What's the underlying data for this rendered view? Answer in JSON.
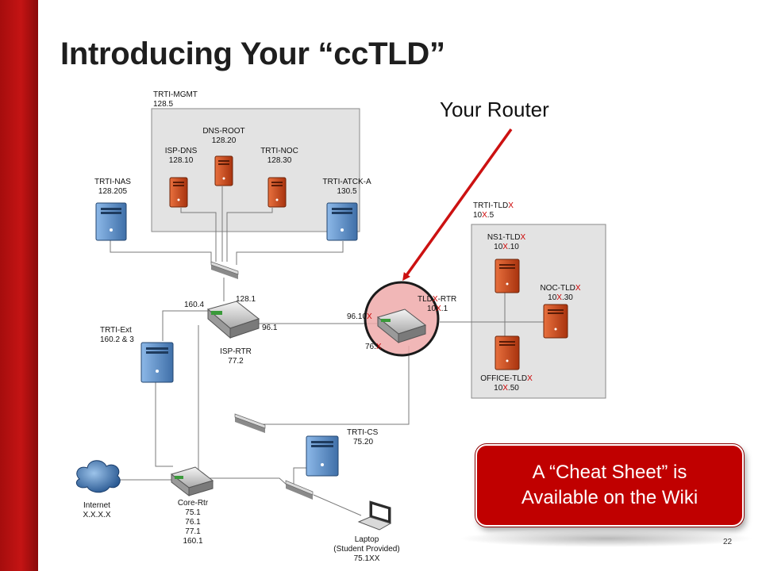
{
  "title": "Introducing Your “ccTLD”",
  "router_label": "Your Router",
  "cheat_sheet": {
    "line1": "A “Cheat Sheet” is",
    "line2": "Available on the Wiki"
  },
  "page_number": "22",
  "colors": {
    "accent_red": "#c00000",
    "zone_gray": "#e3e3e3",
    "server_orange": "#c8461e",
    "server_blue": "#5a8ec8",
    "highlight_circle": "#e8a0a0"
  },
  "zones": {
    "mgmt": {
      "name": "TRTI-MGMT",
      "net": "128.5"
    },
    "tld": {
      "name_prefix": "TRTI-TLD",
      "net_prefix": "10",
      "net_suffix": ".5"
    }
  },
  "nodes": {
    "dns_root": {
      "name": "DNS-ROOT",
      "ip": "128.20"
    },
    "isp_dns": {
      "name": "ISP-DNS",
      "ip": "128.10"
    },
    "trti_noc": {
      "name": "TRTI-NOC",
      "ip": "128.30"
    },
    "trti_nas": {
      "name": "TRTI-NAS",
      "ip": "128.205"
    },
    "trti_atck": {
      "name": "TRTI-ATCK-A",
      "ip": "130.5"
    },
    "isp_rtr": {
      "name": "ISP-RTR",
      "ip": "77.2",
      "if_top": "128.1",
      "if_left": "160.4",
      "if_right": "96.1"
    },
    "trti_ext": {
      "name": "TRTI-Ext",
      "ip": "160.2 & 3"
    },
    "tld_rtr": {
      "name_prefix": "TLD",
      "name_suffix": "-RTR",
      "ip_prefix": "10",
      "ip_suffix": ".1",
      "if_left_prefix": "96.10",
      "if_bottom_prefix": "76.",
      "x": "X"
    },
    "ns1": {
      "name_prefix": "NS1-TLD",
      "ip_prefix": "10",
      "ip_suffix": ".10"
    },
    "noc_tld": {
      "name_prefix": "NOC-TLD",
      "ip_prefix": "10",
      "ip_suffix": ".30"
    },
    "office_tld": {
      "name_prefix": "OFFICE-TLD",
      "ip_prefix": "10",
      "ip_suffix": ".50"
    },
    "internet": {
      "name": "Internet",
      "ip": "X.X.X.X"
    },
    "core_rtr": {
      "name": "Core-Rtr",
      "ips": [
        "75.1",
        "76.1",
        "77.1",
        "160.1"
      ]
    },
    "trti_cs": {
      "name": "TRTI-CS",
      "ip": "75.20"
    },
    "laptop": {
      "name": "Laptop",
      "note": "(Student Provided)",
      "ip": "75.1XX"
    }
  }
}
